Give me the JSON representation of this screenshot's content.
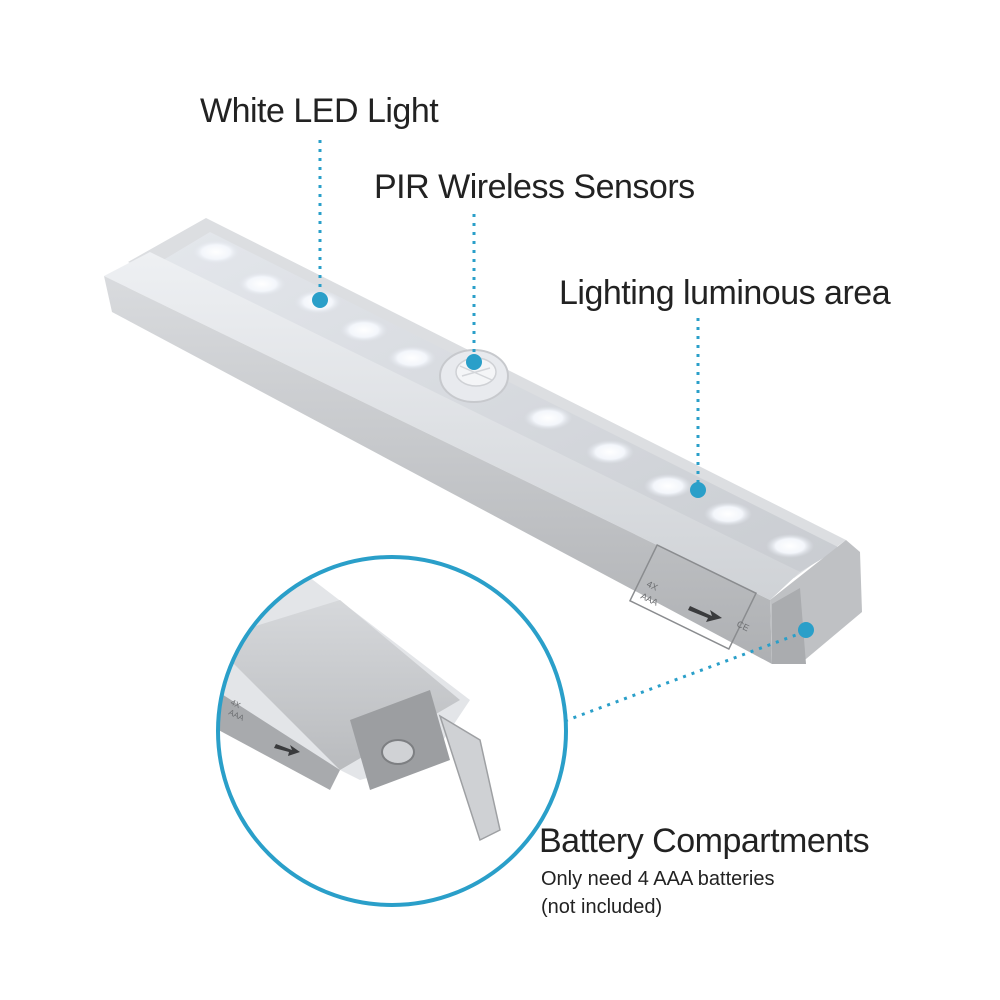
{
  "labels": {
    "white_led": "White LED Light",
    "pir_sensor": "PIR Wireless Sensors",
    "luminous_area": "Lighting luminous area",
    "battery_title": "Battery Compartments",
    "battery_note_1": "Only need 4 AAA batteries",
    "battery_note_2": "(not included)"
  },
  "bar_markings": {
    "battery_count": "4X",
    "battery_type": "AAA",
    "ce_mark": "CE"
  },
  "colors": {
    "accent": "#2a9fc9",
    "text": "#222222",
    "bar_body": "#c9cacc",
    "led": "#f2f5fb"
  }
}
